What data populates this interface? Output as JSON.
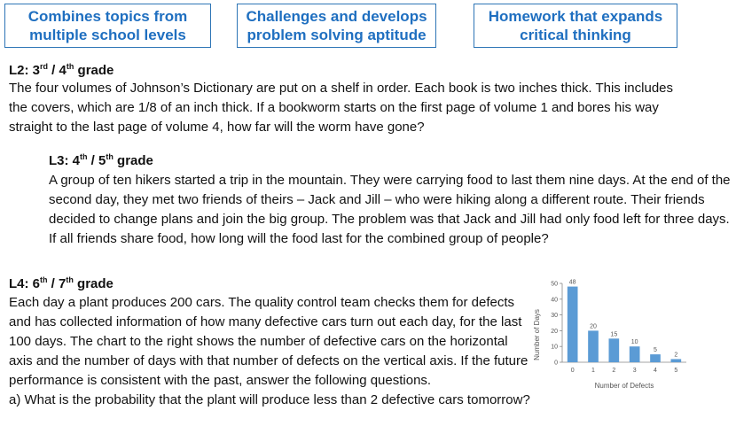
{
  "boxes": [
    {
      "line1": "Combines topics from",
      "line2": "multiple school levels"
    },
    {
      "line1": "Challenges and develops",
      "line2": "problem solving aptitude"
    },
    {
      "line1": "Homework that expands",
      "line2": "critical thinking"
    }
  ],
  "l2": {
    "prefix": "L2: 3",
    "sup1": "rd",
    "mid": " / 4",
    "sup2": "th",
    "suffix": " grade",
    "text": "The four volumes of Johnson’s Dictionary are put on a shelf in order. Each book is two inches thick. This includes the covers, which are 1/8 of an inch thick. If a bookworm starts on the first page of volume 1 and bores his way straight to the last page of volume 4, how far will the worm have gone?"
  },
  "l3": {
    "prefix": "L3: 4",
    "sup1": "th",
    "mid": " / 5",
    "sup2": "th",
    "suffix": " grade",
    "text": "A group of ten hikers started a trip in the mountain. They were carrying food to last them nine days. At the end of the second day, they met two friends of theirs – Jack and Jill – who were hiking along a different route. Their friends decided to change plans and join the big group. The problem was that Jack and Jill had only food left for three days. If all friends share food, how long will the food last for the combined group of people?"
  },
  "l4": {
    "prefix": "L4: 6",
    "sup1": "th",
    "mid": " / 7",
    "sup2": "th",
    "suffix": " grade",
    "text": "Each day a plant produces 200 cars. The quality control team checks them for defects and has collected information of how many defective cars turn out each day, for the last 100 days. The chart to the right shows the number of defective cars on the horizontal axis and the number of days with that number of defects on the vertical axis. If the future performance is consistent with the past, answer the following questions.",
    "question": "a)  What is the probability that the plant will produce less than 2 defective cars tomorrow?"
  },
  "chart_data": {
    "type": "bar",
    "categories": [
      "0",
      "1",
      "2",
      "3",
      "4",
      "5"
    ],
    "values": [
      48,
      20,
      15,
      10,
      5,
      2
    ],
    "xlabel": "Number of Defects",
    "ylabel": "Number of Days",
    "ylim": [
      0,
      50
    ],
    "yticks": [
      "0",
      "10",
      "20",
      "30",
      "40",
      "50"
    ],
    "bar_color": "#5b9bd5",
    "grid": false
  }
}
